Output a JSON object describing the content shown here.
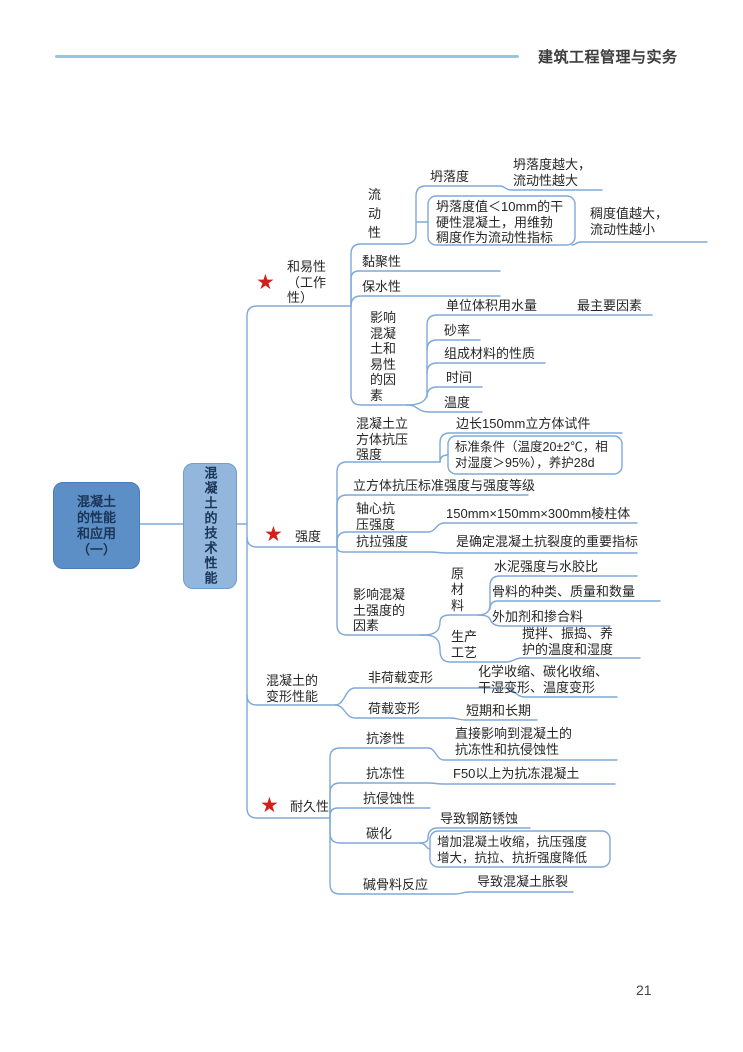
{
  "page": {
    "header_title": "建筑工程管理与实务",
    "page_number": "21"
  },
  "icons": {
    "star": "★"
  },
  "colors": {
    "node_primary": "#5b8fc6",
    "node_primary_border": "#4a7cb8",
    "node_secondary": "#93b7dc",
    "node_secondary_border": "#6f9ccc",
    "connector": "#7fa8d8",
    "header_line": "#9cc2e6",
    "star": "#d1201c"
  },
  "mindmap": {
    "root": {
      "label": "混凝土\n的性能\n和应用\n（一）"
    },
    "tech": {
      "label": "混凝土的技术性能"
    },
    "workability": {
      "label": "和易性\n（工作\n性）",
      "fluidity": "流\n动\n性",
      "slump": "坍落度",
      "slump_note": "坍落度越大，\n流动性越大",
      "dry_hard_note": "坍落度值＜10mm的干\n硬性混凝土，用维勃\n稠度作为流动性指标",
      "consistency_note": "稠度值越大，\n流动性越小",
      "cohesiveness": "黏聚性",
      "water_retention": "保水性",
      "factors_label": "影响\n混凝\n土和\n易性\n的因\n素",
      "factor_unit_water": "单位体积用水量",
      "factor_unit_water_note": "最主要因素",
      "factor_sand_ratio": "砂率",
      "factor_materials": "组成材料的性质",
      "factor_time": "时间",
      "factor_temperature": "温度"
    },
    "strength": {
      "label": "强度",
      "cube_label": "混凝土立\n方体抗压\n强度",
      "cube_specimen": "边长150mm立方体试件",
      "cube_condition": "标准条件（温度20±2℃，相\n对湿度＞95%），养护28d",
      "standard_grade": "立方体抗压标准强度与强度等级",
      "axial_label": "轴心抗\n压强度",
      "axial_prism": "150mm×150mm×300mm棱柱体",
      "tensile_label": "抗拉强度",
      "tensile_note": "是确定混凝土抗裂度的重要指标",
      "factors_label": "影响混凝\n土强度的\n因素",
      "raw_material": "原\n材\n料",
      "raw_cement": "水泥强度与水胶比",
      "raw_aggregate": "骨料的种类、质量和数量",
      "raw_admixture": "外加剂和掺合料",
      "process_label": "生产\n工艺",
      "process_note": "搅拌、振捣、养\n护的温度和湿度"
    },
    "deformation": {
      "label": "混凝土的\n变形性能",
      "non_load": "非荷载变形",
      "non_load_note": "化学收缩、碳化收缩、\n干湿变形、温度变形",
      "load": "荷载变形",
      "load_note": "短期和长期"
    },
    "durability": {
      "label": "耐久性",
      "impermeability": "抗渗性",
      "impermeability_note": "直接影响到混凝土的\n抗冻性和抗侵蚀性",
      "frost": "抗冻性",
      "frost_note": "F50以上为抗冻混凝土",
      "corrosion": "抗侵蚀性",
      "carbonation": "碳化",
      "carbonation_note1": "导致钢筋锈蚀",
      "carbonation_note2": "增加混凝土收缩，抗压强度\n增大，抗拉、抗折强度降低",
      "alkali": "碱骨料反应",
      "alkali_note": "导致混凝土胀裂"
    }
  }
}
